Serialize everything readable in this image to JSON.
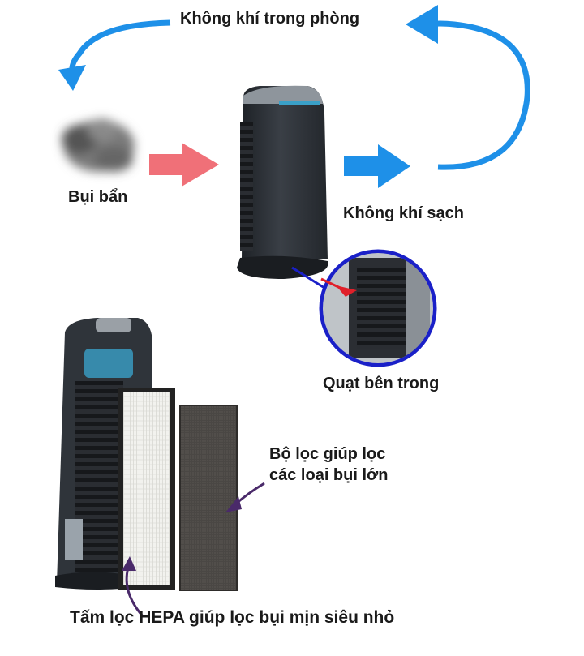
{
  "labels": {
    "room_air": "Không khí trong phòng",
    "dust": "Bụi bẩn",
    "clean_air": "Không khí sạch",
    "inner_fan": "Quạt bên trong",
    "coarse_filter_line1": "Bộ lọc giúp lọc",
    "coarse_filter_line2": "các loại bụi lớn",
    "hepa_prefix": "Tấm lọc ",
    "hepa_word": "HEPA",
    "hepa_suffix": " giúp lọc bụi mịn siêu nhỏ"
  },
  "colors": {
    "flow_arrow": "#1e90e8",
    "dirty_arrow": "#f07078",
    "clean_arrow": "#1e90e8",
    "pointer_arrow": "#4a2a6a",
    "fan_pointer": "#e0202a",
    "zoom_ring": "#1a20c8",
    "device_body": "#2f3339",
    "accent_blue": "#3aa0c8"
  },
  "icons": {
    "dust_cloud": "dust-cloud-icon",
    "purifier": "air-purifier-image",
    "fan_zoom": "fan-zoom-image",
    "hepa_filter": "hepa-filter-image",
    "prefilter": "carbon-prefilter-image"
  }
}
